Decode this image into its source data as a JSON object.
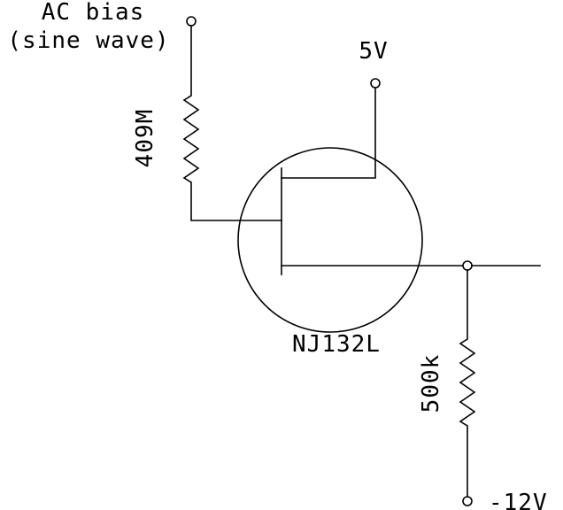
{
  "diagram": {
    "input_label_line1": "AC bias",
    "input_label_line2": "(sine wave)",
    "supply_pos_label": "5V",
    "supply_neg_label": "-12V",
    "gate_resistor_value": "409M",
    "source_resistor_value": "500k",
    "transistor_part": "NJ132L"
  },
  "colors": {
    "ink": "#000000",
    "background": "#ffffff"
  }
}
